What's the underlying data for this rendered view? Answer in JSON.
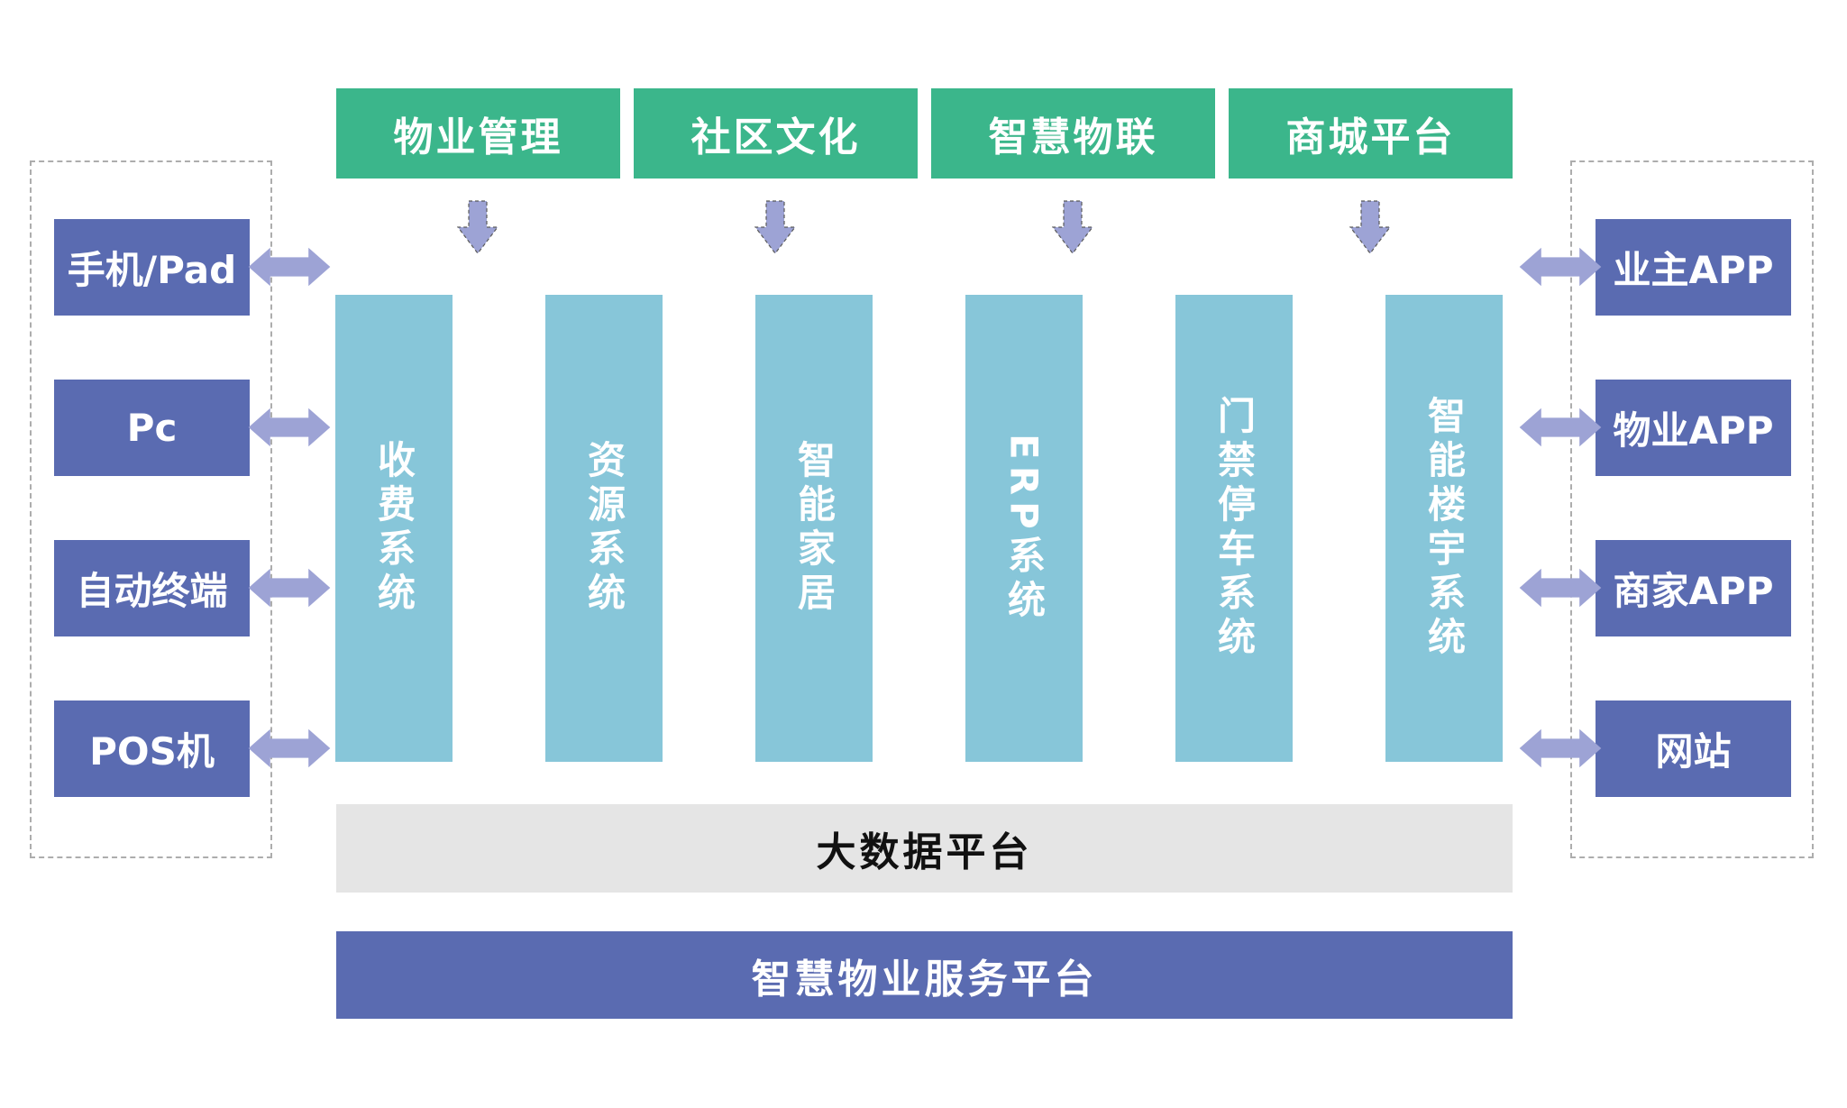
{
  "modules": [
    {
      "label": "物业管理"
    },
    {
      "label": "社区文化"
    },
    {
      "label": "智慧物联"
    },
    {
      "label": "商城平台"
    }
  ],
  "systems": [
    {
      "label": "收费系统"
    },
    {
      "label": "资源系统"
    },
    {
      "label": "智能家居"
    },
    {
      "label": "ERP系统"
    },
    {
      "label": "门禁停车系统"
    },
    {
      "label": "智能楼宇系统"
    }
  ],
  "left_devices": [
    {
      "label": "手机/Pad"
    },
    {
      "label": "Pc"
    },
    {
      "label": "自动终端"
    },
    {
      "label": "POS机"
    }
  ],
  "right_channels": [
    {
      "label": "业主APP"
    },
    {
      "label": "物业APP"
    },
    {
      "label": "商家APP"
    },
    {
      "label": "网站"
    }
  ],
  "platforms": {
    "big_data": "大数据平台",
    "service": "智慧物业服务平台"
  },
  "icons": {
    "down_arrow": "down-arrow-icon",
    "double_arrow": "double-arrow-icon"
  },
  "colors": {
    "module_green": "#3BB68B",
    "system_teal": "#87C6D9",
    "box_purple": "#5A6BB1",
    "arrow_purple": "#9DA3D5",
    "bar_gray": "#E5E5E5",
    "bar_text_black": "#111111",
    "dashed_border_gray": "#ADADAD",
    "text_white": "#FFFFFF"
  }
}
